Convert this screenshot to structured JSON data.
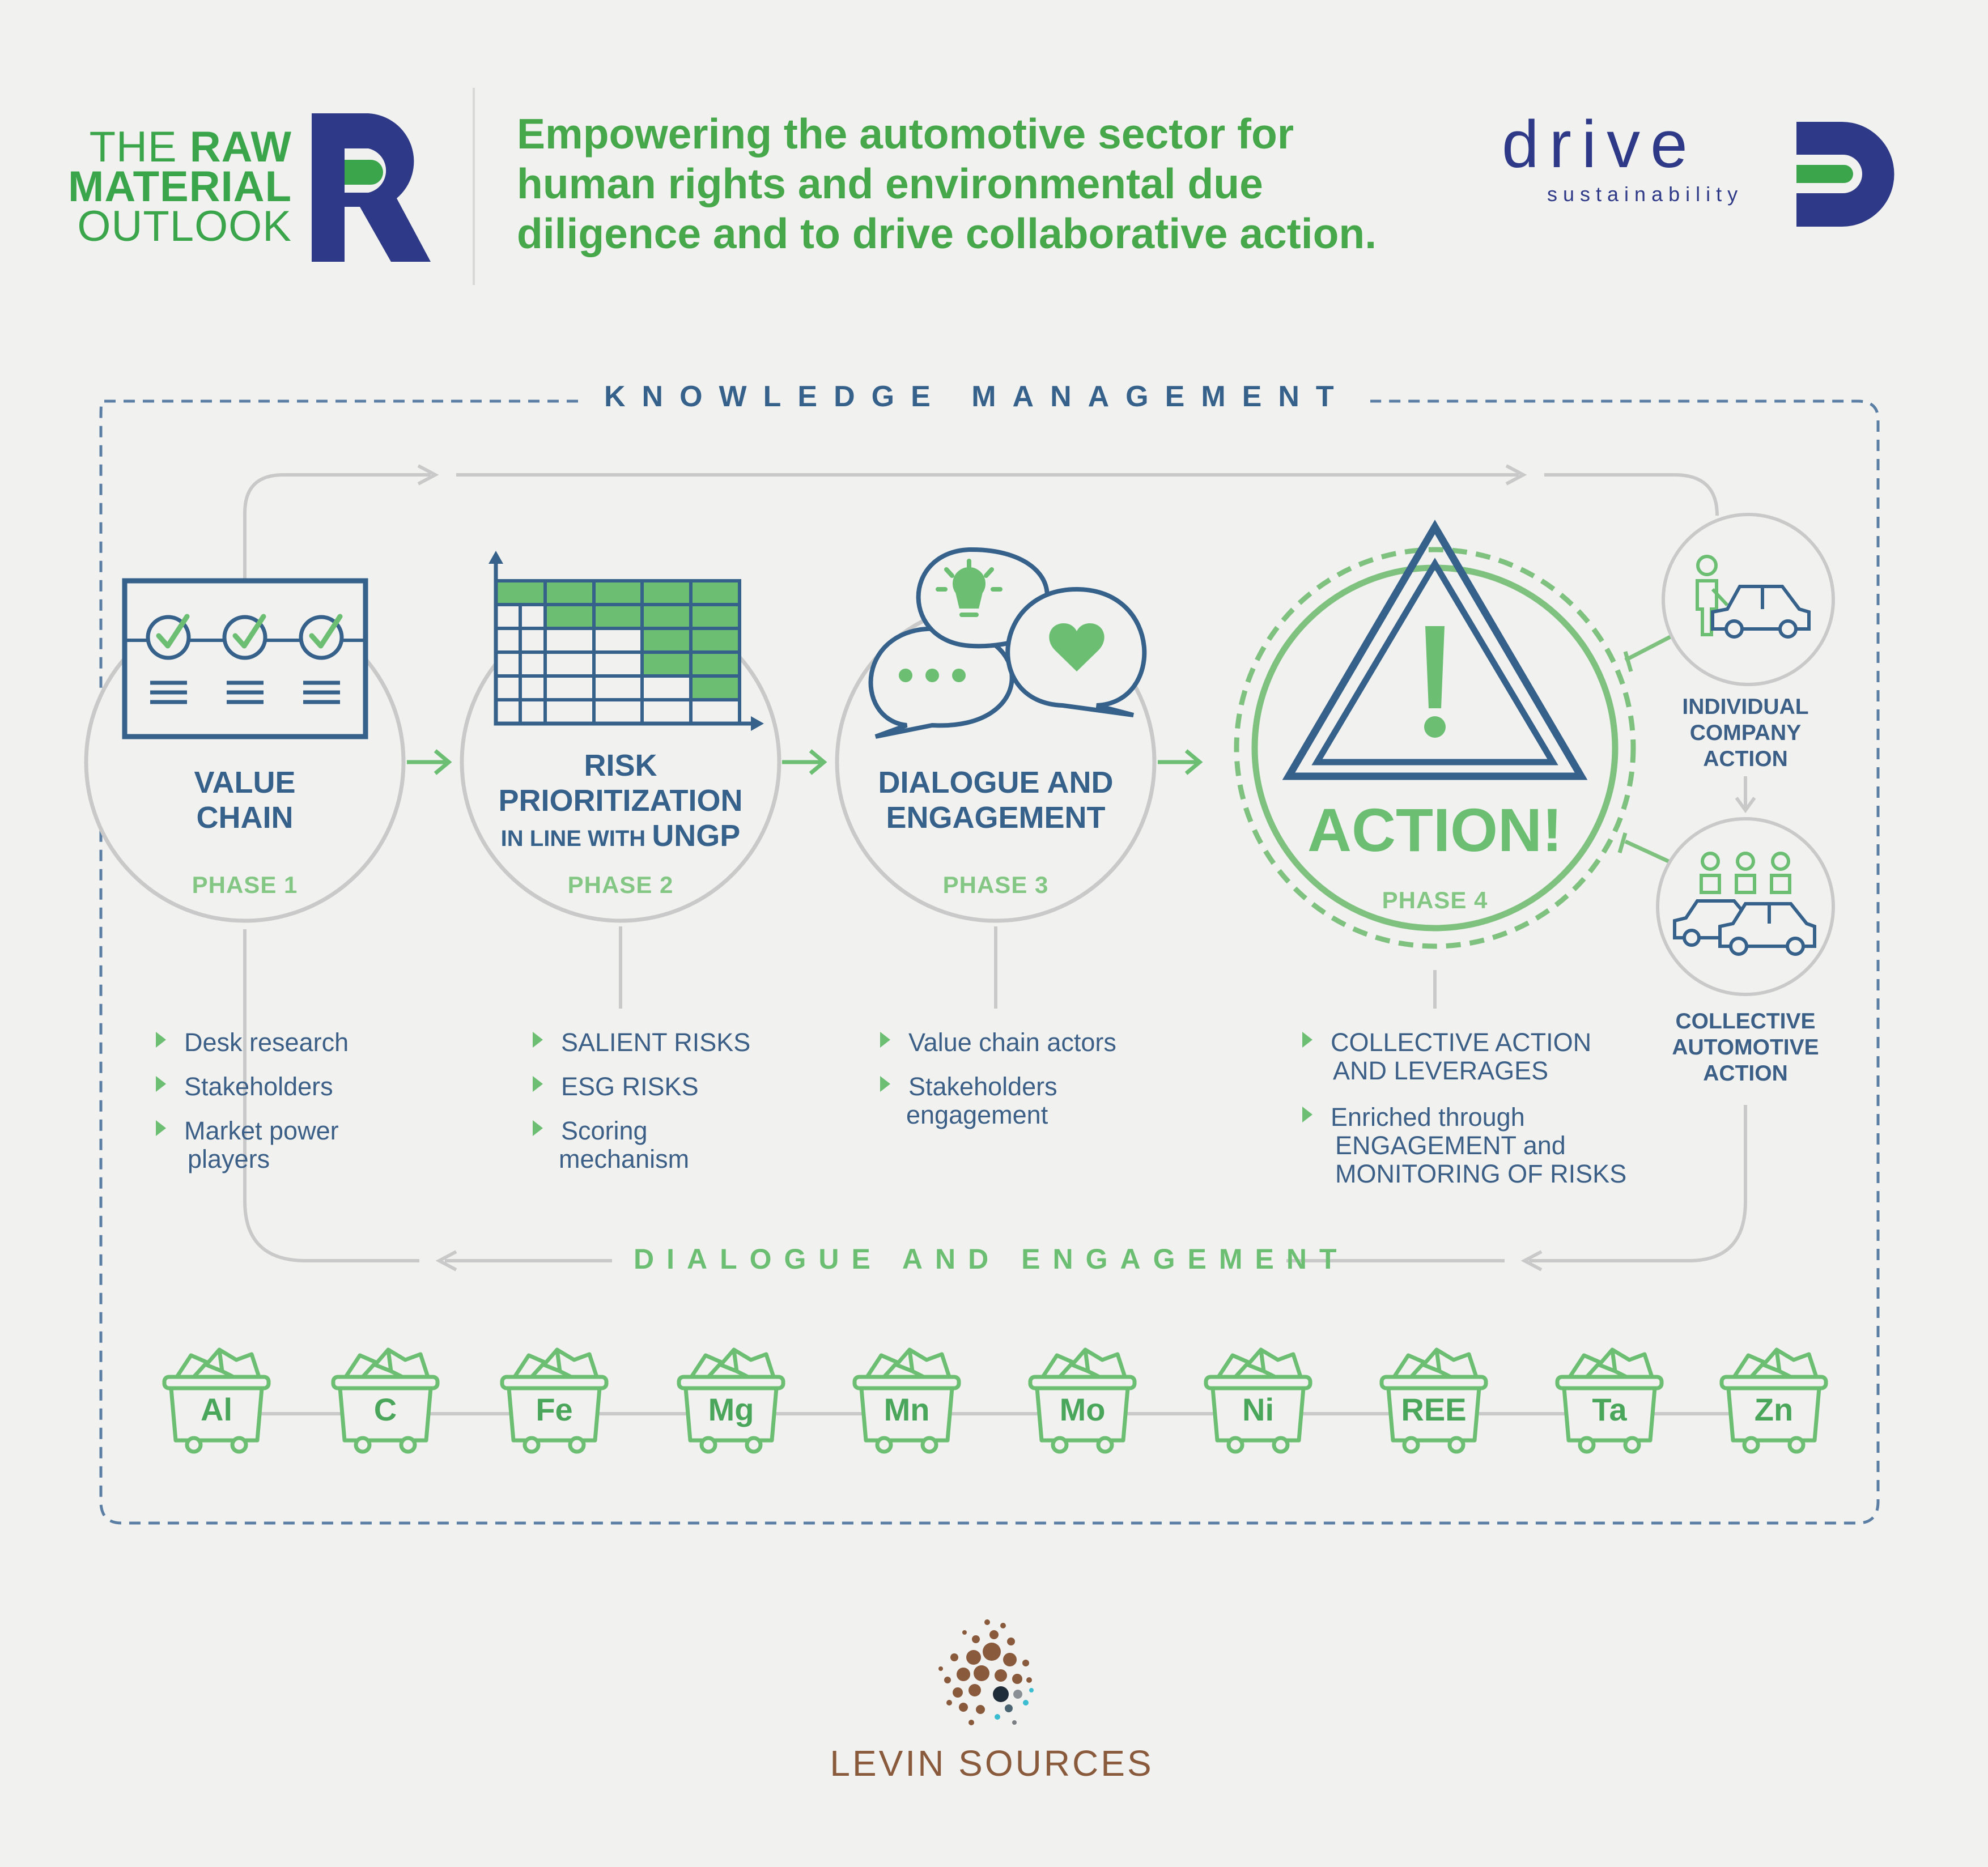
{
  "header": {
    "raw_material": {
      "line1_prefix": "THE",
      "line1_bold": "RAW",
      "line2": "MATERIAL",
      "line3": "OUTLOOK",
      "monogram": "R"
    },
    "tagline": "Empowering the automotive sector for human rights and environmental due diligence and to drive collaborative action.",
    "drive": {
      "wordmark": "drive",
      "sub": "sustainability",
      "monogram": "D"
    }
  },
  "frame": {
    "top_label": "KNOWLEDGE MANAGEMENT",
    "bottom_label": "DIALOGUE AND ENGAGEMENT"
  },
  "phases": [
    {
      "title_lines": [
        "VALUE",
        "CHAIN"
      ],
      "phase": "PHASE 1",
      "icon": "checklist-icon",
      "bullets": [
        [
          "Desk research"
        ],
        [
          "Stakeholders"
        ],
        [
          "Market power",
          "players"
        ]
      ]
    },
    {
      "title_lines": [
        "RISK",
        "PRIORITIZATION"
      ],
      "subtitle_small": "IN LINE WITH",
      "subtitle_big": "UNGP",
      "phase": "PHASE 2",
      "icon": "risk-grid-icon",
      "bullets": [
        [
          "SALIENT RISKS"
        ],
        [
          "ESG RISKS"
        ],
        [
          "Scoring",
          "mechanism"
        ]
      ]
    },
    {
      "title_lines": [
        "DIALOGUE AND",
        "ENGAGEMENT"
      ],
      "phase": "PHASE 3",
      "icon": "speech-bubbles-icon",
      "bullets": [
        [
          "Value chain actors"
        ],
        [
          "Stakeholders",
          "engagement"
        ]
      ]
    },
    {
      "title_lines": [
        "ACTION!"
      ],
      "phase": "PHASE 4",
      "icon": "warning-triangle-icon",
      "bullets": [
        [
          "COLLECTIVE ACTION",
          "AND LEVERAGES"
        ],
        [
          "Enriched through",
          "ENGAGEMENT and",
          "MONITORING OF RISKS"
        ]
      ]
    }
  ],
  "side_actions": [
    {
      "label_lines": [
        "INDIVIDUAL",
        "COMPANY",
        "ACTION"
      ],
      "icon": "person-car-icon"
    },
    {
      "label_lines": [
        "COLLECTIVE",
        "AUTOMOTIVE",
        "ACTION"
      ],
      "icon": "group-cars-icon"
    }
  ],
  "metals": [
    "Al",
    "C",
    "Fe",
    "Mg",
    "Mn",
    "Mo",
    "Ni",
    "REE",
    "Ta",
    "Zn"
  ],
  "footer": {
    "brand": "LEVIN SOURCES"
  },
  "colors": {
    "navy": "#2e3a87",
    "green": "#3aa54a",
    "light_green": "#84c784",
    "blue_text": "#36618b",
    "grey_line": "#c9c9c9",
    "frame_dash": "#5a7ea4"
  }
}
